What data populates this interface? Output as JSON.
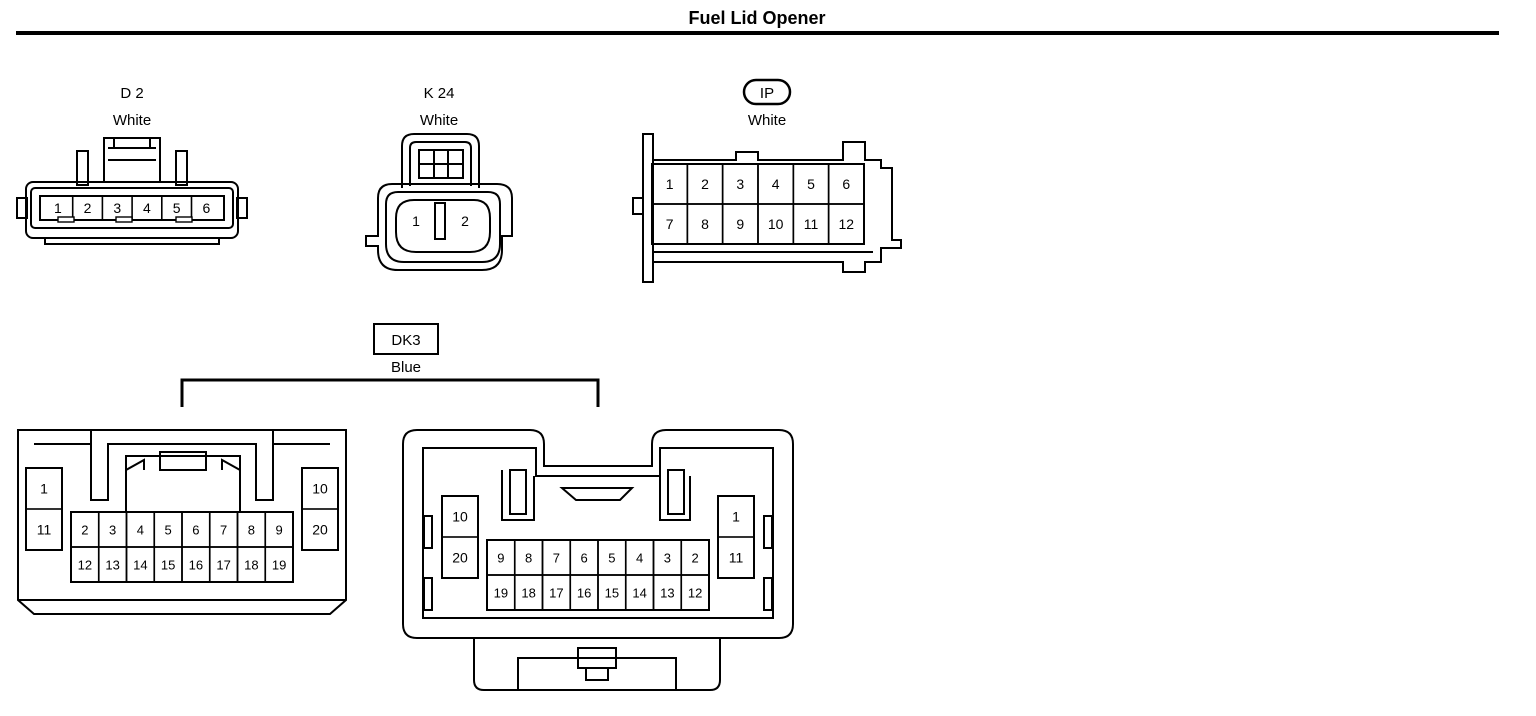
{
  "title": "Fuel Lid Opener",
  "connectors": {
    "d2": {
      "name": "D 2",
      "color": "White",
      "pins": [
        "1",
        "2",
        "3",
        "4",
        "5",
        "6"
      ]
    },
    "k24": {
      "name": "K 24",
      "color": "White",
      "pins": [
        "1",
        "2"
      ]
    },
    "ip": {
      "name": "IP",
      "color": "White",
      "rows": [
        [
          "1",
          "2",
          "3",
          "4",
          "5",
          "6"
        ],
        [
          "7",
          "8",
          "9",
          "10",
          "11",
          "12"
        ]
      ]
    },
    "dk3": {
      "name": "DK3",
      "color": "Blue",
      "male": {
        "left_pins": [
          "1",
          "11"
        ],
        "right_pins": [
          "10",
          "20"
        ],
        "rows": [
          [
            "2",
            "3",
            "4",
            "5",
            "6",
            "7",
            "8",
            "9"
          ],
          [
            "12",
            "13",
            "14",
            "15",
            "16",
            "17",
            "18",
            "19"
          ]
        ]
      },
      "female": {
        "left_pins": [
          "10",
          "20"
        ],
        "right_pins": [
          "1",
          "11"
        ],
        "rows": [
          [
            "9",
            "8",
            "7",
            "6",
            "5",
            "4",
            "3",
            "2"
          ],
          [
            "19",
            "18",
            "17",
            "16",
            "15",
            "14",
            "13",
            "12"
          ]
        ]
      }
    }
  }
}
